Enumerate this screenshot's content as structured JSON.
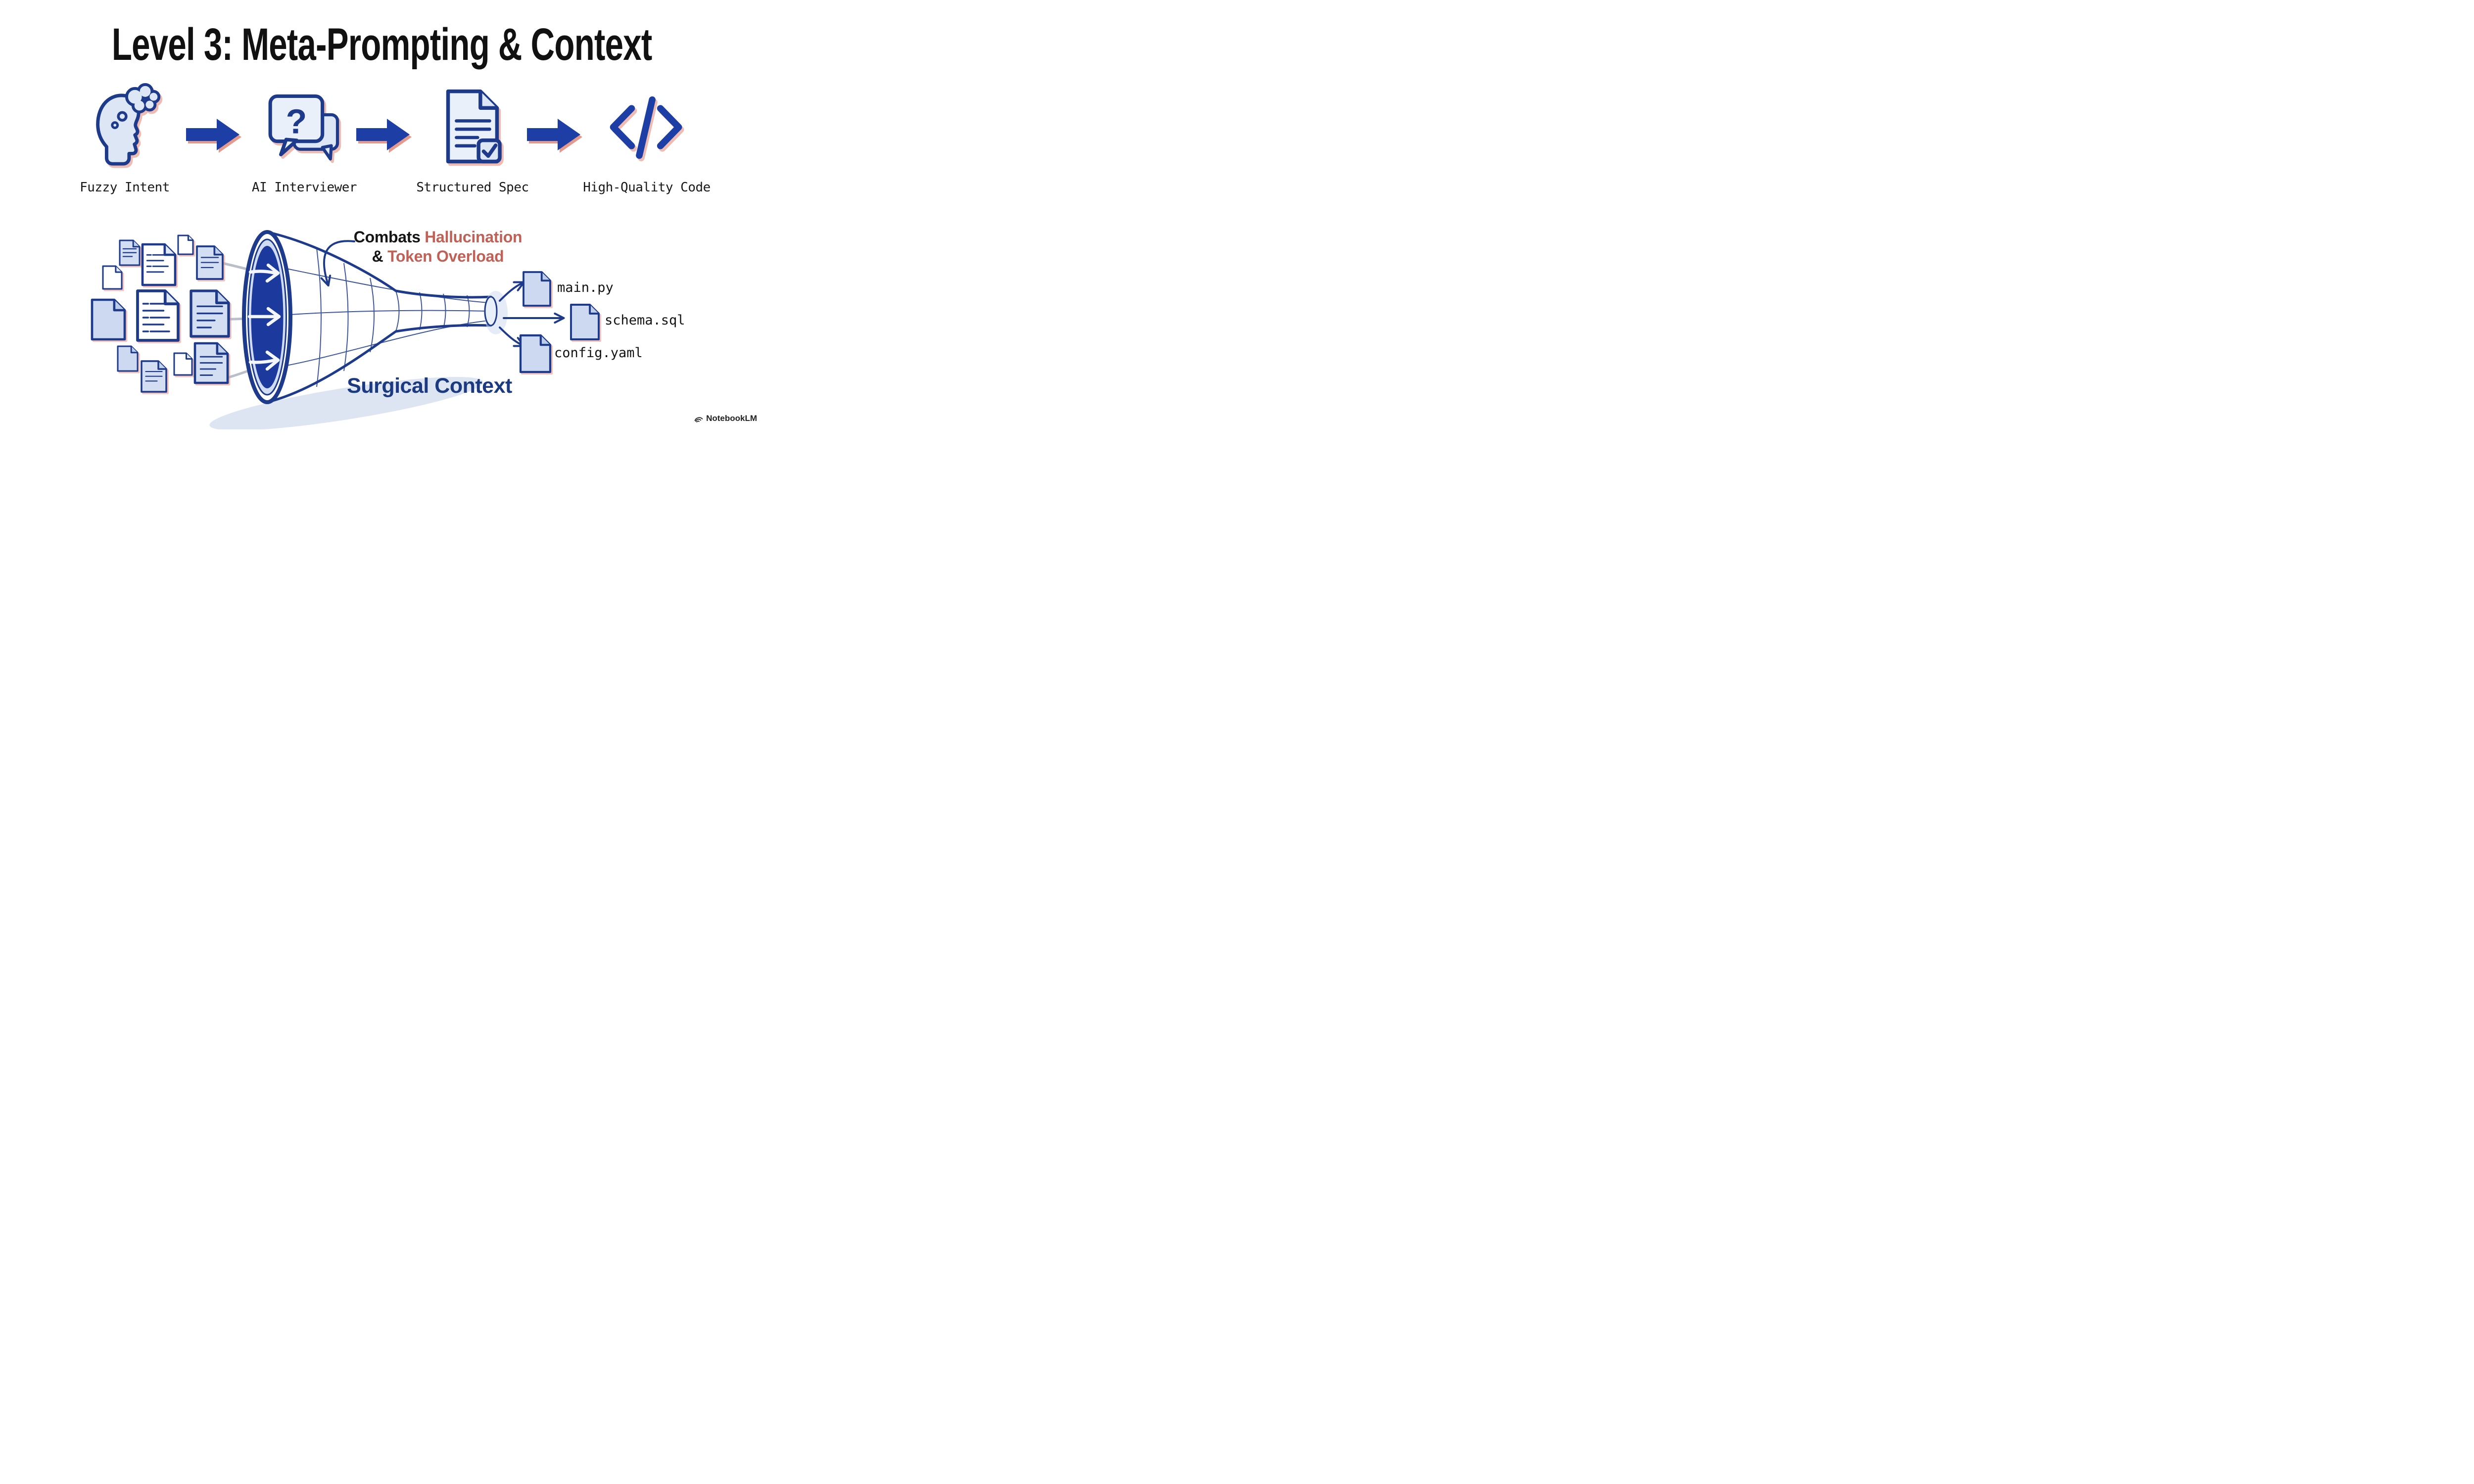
{
  "title": "Level 3: Meta-Prompting & Context",
  "pipeline": {
    "steps": [
      {
        "id": "fuzzy-intent",
        "label": "Fuzzy Intent"
      },
      {
        "id": "ai-interviewer",
        "label": "AI Interviewer"
      },
      {
        "id": "structured-spec",
        "label": "Structured Spec"
      },
      {
        "id": "high-quality-code",
        "label": "High-Quality Code"
      }
    ],
    "chat_question_mark": "?"
  },
  "funnel": {
    "annotation": {
      "combats": "Combats",
      "hallucination": "Hallucination",
      "ampersand": "&",
      "token_overload": "Token Overload"
    },
    "caption": "Surgical Context",
    "outputs": [
      {
        "filename": "main.py"
      },
      {
        "filename": "schema.sql"
      },
      {
        "filename": "config.yaml"
      }
    ]
  },
  "watermark": "NotebookLM",
  "colors": {
    "navy": "#1e3a8a",
    "royal": "#1d3fa5",
    "icon_fill": "#dce6f5",
    "icon_fill_white": "#eaf0f9",
    "salmon_shadow": "#e59a8e",
    "annotation_highlight": "#bf6156",
    "caption_color": "#1c3a80",
    "funnel_interior": "#1c3a9e",
    "input_line_gray": "#b8bfca",
    "doc_fill_light": "#d4def2",
    "doc_fill_white": "#ffffff",
    "doc_fill_shaded": "#ccd9f0",
    "title_color": "#111111",
    "label_color": "#191919",
    "watermark_color": "#202124",
    "funnel_shadow": "#d9e2f1"
  }
}
